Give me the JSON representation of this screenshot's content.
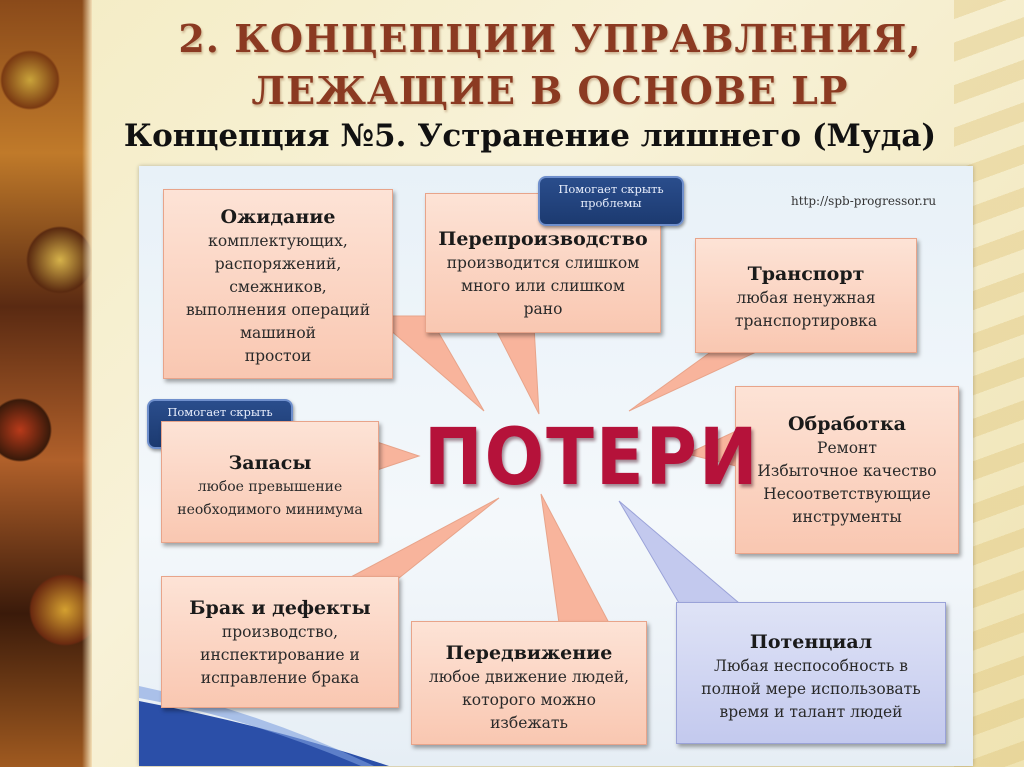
{
  "title_line1": "2. КОНЦЕПЦИИ УПРАВЛЕНИЯ,",
  "title_line2": "ЛЕЖАЩИЕ В ОСНОВЕ LP",
  "subtitle": "Концепция №5. Устранение лишнего (Муда)",
  "source": "http://spb-progressor.ru",
  "center": "ПОТЕРИ",
  "badges": [
    {
      "text": "Помогает скрыть проблемы"
    },
    {
      "text": "Помогает скрыть проблемы"
    }
  ],
  "boxes": {
    "waiting": {
      "heading": "Ожидание",
      "lines": [
        "комплектующих,",
        "распоряжений,",
        "смежников,",
        "выполнения операций",
        "машиной",
        "простои"
      ]
    },
    "overproduction": {
      "heading": "Перепроизводство",
      "lines": [
        "производится слишком",
        "много или слишком",
        "рано"
      ]
    },
    "transport": {
      "heading": "Транспорт",
      "lines": [
        "любая ненужная",
        "транспортировка"
      ]
    },
    "inventory": {
      "heading": "Запасы",
      "lines": [
        "любое превышение",
        "необходимого минимума"
      ]
    },
    "processing": {
      "heading": "Обработка",
      "lines": [
        "Ремонт",
        "Избыточное качество",
        "Несоответствующие",
        "инструменты"
      ]
    },
    "defects": {
      "heading": "Брак и дефекты",
      "lines": [
        "производство,",
        "инспектирование и",
        "исправление брака"
      ]
    },
    "motion": {
      "heading": "Передвижение",
      "lines": [
        "любое движение людей,",
        "которого можно",
        "избежать"
      ]
    },
    "potential": {
      "heading": "Потенциал",
      "lines": [
        "Любая неспособность в",
        "полной мере использовать",
        "время и талант людей"
      ]
    }
  },
  "colors": {
    "title": "#8b3a22",
    "center": "#b5123a",
    "box_fill": "#f9c7b1",
    "potential_fill": "#c3c9ee",
    "badge_fill": "#1c3a70"
  }
}
